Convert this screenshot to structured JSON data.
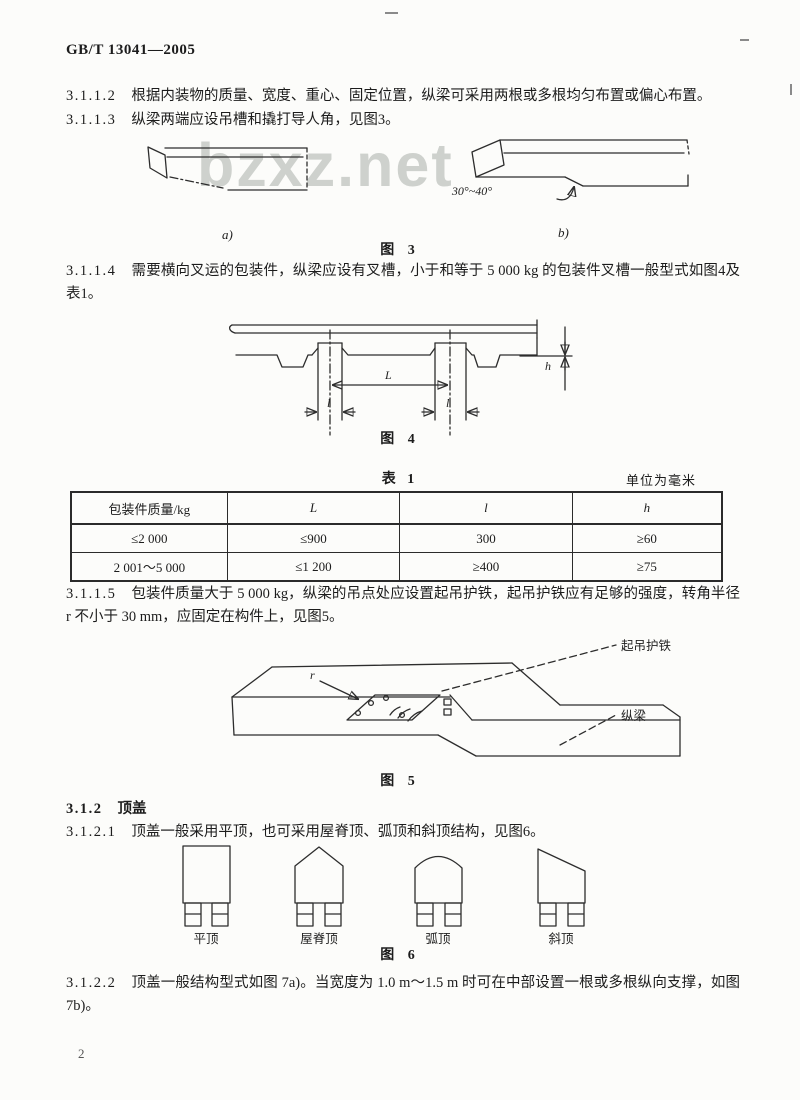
{
  "header": {
    "doc_number": "GB/T 13041—2005"
  },
  "clauses": {
    "c31112": {
      "num": "3.1.1.2",
      "text": "根据内装物的质量、宽度、重心、固定位置，纵梁可采用两根或多根均匀布置或偏心布置。"
    },
    "c31113": {
      "num": "3.1.1.3",
      "text": "纵梁两端应设吊槽和撬打导人角，见图3。"
    },
    "c31114": {
      "num": "3.1.1.4",
      "text": "需要横向叉运的包装件，纵梁应设有叉槽，小于和等于 5 000 kg 的包装件叉槽一般型式如图4及表1。"
    },
    "c31115": {
      "num": "3.1.1.5",
      "text": "包装件质量大于 5 000 kg，纵梁的吊点处应设置起吊护铁，起吊护铁应有足够的强度，转角半径 r 不小于 30 mm，应固定在构件上，见图5。"
    },
    "c312": {
      "num": "3.1.2",
      "text": "顶盖"
    },
    "c3121": {
      "num": "3.1.2.1",
      "text": "顶盖一般采用平顶，也可采用屋脊顶、弧顶和斜顶结构，见图6。"
    },
    "c3122": {
      "num": "3.1.2.2",
      "text": "顶盖一般结构型式如图 7a)。当宽度为 1.0 m～1.5 m 时可在中部设置一根或多根纵向支撑，如图 7b)。"
    }
  },
  "figure3": {
    "caption": "图 3",
    "label_a": "a)",
    "label_b": "b)",
    "angle": "30°~40°",
    "watermark": "bzxz.net"
  },
  "figure4": {
    "caption": "图 4",
    "dim_L": "L",
    "dim_l": "l",
    "dim_h": "h"
  },
  "table1": {
    "title": "表 1",
    "unit": "单位为毫米",
    "headers": [
      "包装件质量/kg",
      "L",
      "l",
      "h"
    ],
    "rows": [
      [
        "≤2 000",
        "≤900",
        "300",
        "≥60"
      ],
      [
        "2 001～5 000",
        "≤1 200",
        "≥400",
        "≥75"
      ]
    ]
  },
  "figure5": {
    "caption": "图 5",
    "label_plate": "起吊护铁",
    "label_beam": "纵梁",
    "dim_r": "r"
  },
  "figure6": {
    "caption": "图 6",
    "labels": [
      "平顶",
      "屋脊顶",
      "弧顶",
      "斜顶"
    ]
  },
  "page": {
    "number": "2"
  }
}
